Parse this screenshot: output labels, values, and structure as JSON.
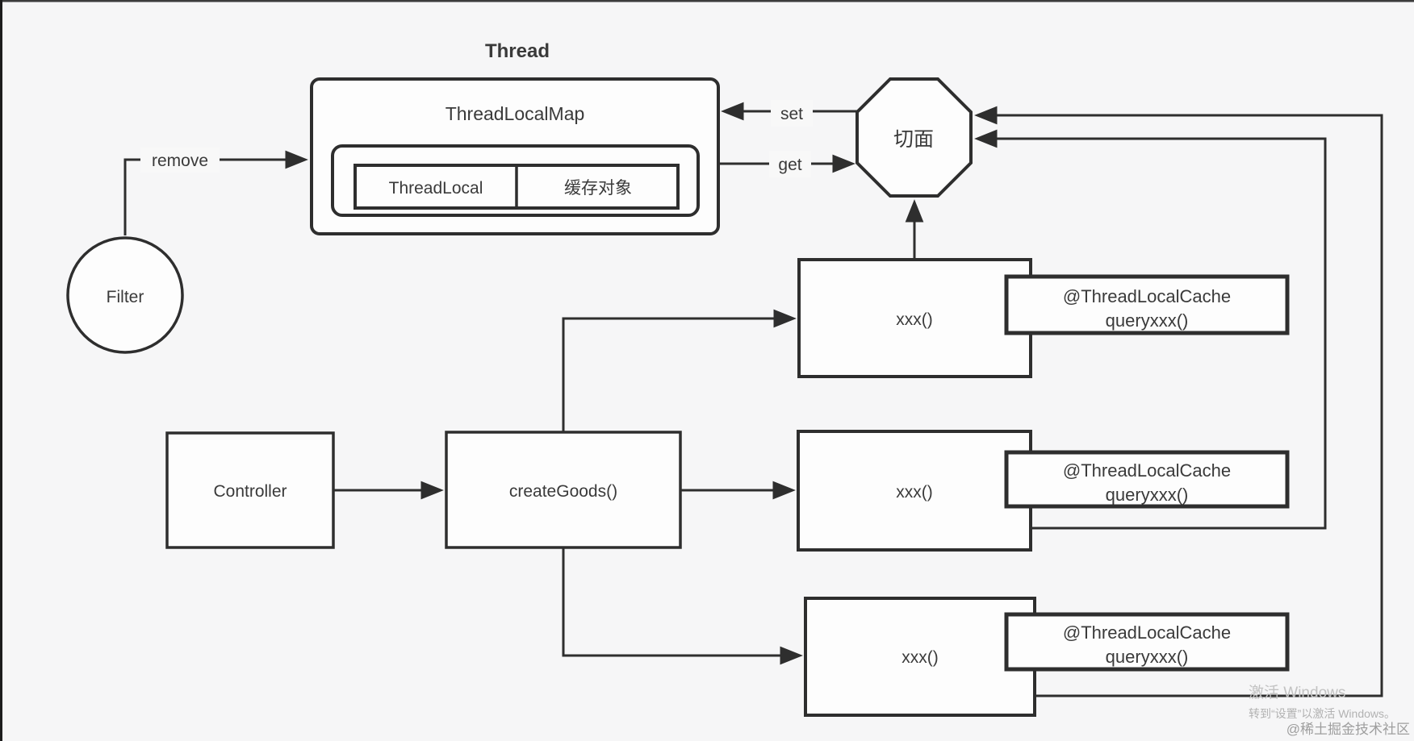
{
  "colors": {
    "background": "#f6f6f7",
    "line": "#2e2e2e",
    "box_fill": "#fdfdfd",
    "text": "#3a3a3a",
    "watermark_light": "#c2c2c2",
    "watermark_mid": "#b2b2b2",
    "watermark_dark": "#9e9e9e"
  },
  "thread": {
    "title": "Thread",
    "map_title": "ThreadLocalMap",
    "entry_key": "ThreadLocal",
    "entry_value": "缓存对象"
  },
  "filter": {
    "label": "Filter"
  },
  "aspect": {
    "label": "切面"
  },
  "edges": {
    "remove": "remove",
    "set": "set",
    "get": "get"
  },
  "flow": {
    "controller": "Controller",
    "create_goods": "createGoods()"
  },
  "methods": [
    {
      "label": "xxx()",
      "annotation": [
        "@ThreadLocalCache",
        "queryxxx()"
      ]
    },
    {
      "label": "xxx()",
      "annotation": [
        "@ThreadLocalCache",
        "queryxxx()"
      ]
    },
    {
      "label": "xxx()",
      "annotation": [
        "@ThreadLocalCache",
        "queryxxx()"
      ]
    }
  ],
  "watermark": {
    "activate": "激活 Windows",
    "hint": "转到“设置”以激活 Windows。",
    "community": "@稀土掘金技术社区"
  }
}
